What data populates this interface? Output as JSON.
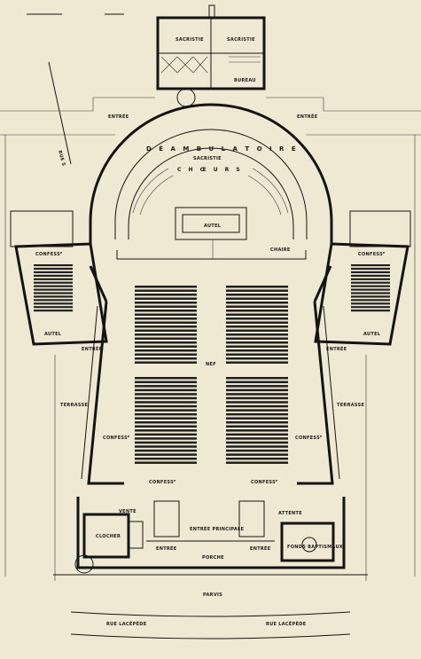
{
  "plan": {
    "labels": {
      "sacristie": "SACRISTIE",
      "sacristie_choeur": "SACRISTIE",
      "bureau": "BUREAU",
      "entree_left_top": "ENTRÉE",
      "entree_right_top": "ENTRÉE",
      "deambulatoire": "D É A M B U L A T O I R E",
      "choeurs": "C H Œ U R S",
      "autel": "AUTEL",
      "chaire": "CHAIRE",
      "confess_left_top": "CONFESSᴱ",
      "confess_right_top": "CONFESSᴱ",
      "autel_left": "AUTEL",
      "autel_right": "AUTEL",
      "entree_left_mid": "ENTRÉE",
      "entree_right_mid": "ENTRÉE",
      "terrasse_left": "TERRASSE",
      "terrasse_right": "TERRASSE",
      "nef": "NEF",
      "confess_left_mid": "CONFESSᴱ",
      "confess_right_mid": "CONFESSᴱ",
      "confess_left_low": "CONFESSᴱ",
      "confess_right_low": "CONFESSᴱ",
      "vente": "VENTE",
      "clocher": "CLOCHER",
      "entree_principale": "ENTRÉE PRINCIPALE",
      "attente": "ATTENTE",
      "fonds_baptismaux": "FONDS BAPTISMAUX",
      "entree_left_low": "ENTRÉE",
      "entree_right_low": "ENTRÉE",
      "porche": "PORCHE",
      "parvis": "PARVIS",
      "rue_left": "RUE LACÉPÈDE",
      "rue_right": "RUE LACÉPÈDE",
      "margin_note": "RUE S"
    },
    "colors": {
      "paper": "#efe8d2",
      "ink": "#141414"
    }
  }
}
